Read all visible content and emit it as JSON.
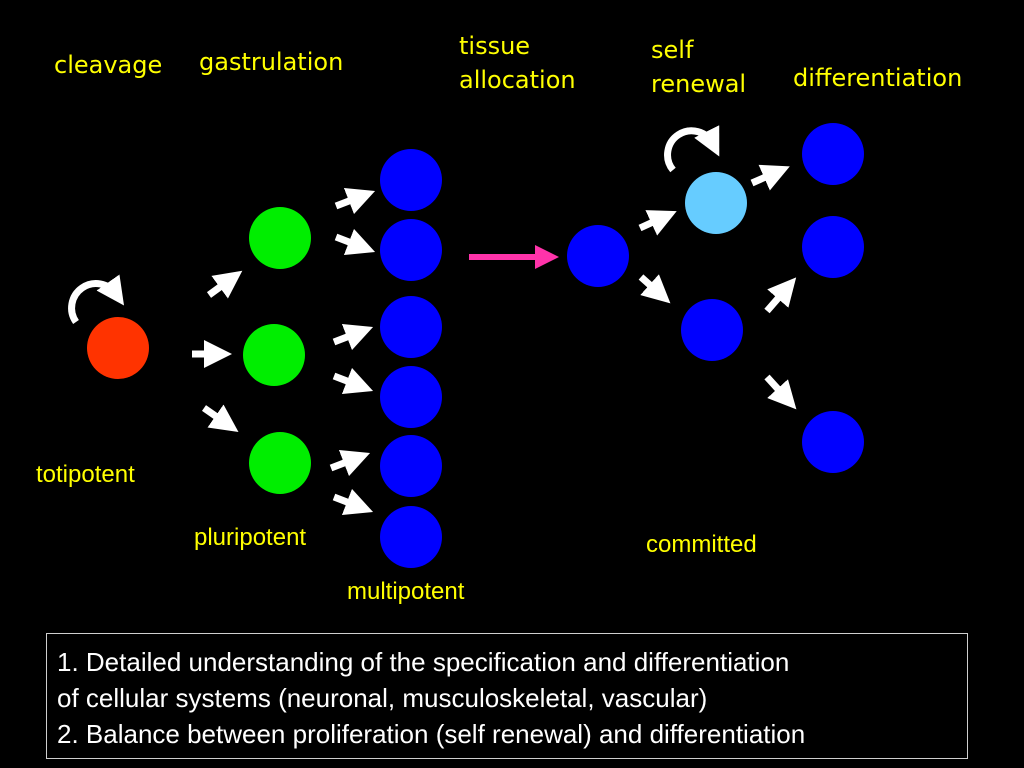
{
  "stages": {
    "cleavage": "cleavage",
    "gastrulation": "gastrulation",
    "tissue_allocation": [
      "tissue",
      "allocation"
    ],
    "self_renewal": [
      "self",
      "renewal"
    ],
    "differentiation": "differentiation"
  },
  "potency": {
    "totipotent": "totipotent",
    "pluripotent": "pluripotent",
    "multipotent": "multipotent",
    "committed": "committed"
  },
  "notes": [
    "1. Detailed understanding of the specification and differentiation",
    "of cellular systems (neuronal, musculoskeletal, vascular)",
    "2. Balance between proliferation (self renewal) and differentiation"
  ],
  "colors": {
    "background": "#000000",
    "label_text": "#ffff00",
    "totipotent_cell": "#ff3300",
    "pluripotent_cell": "#00ee00",
    "multipotent_cell": "#0000ff",
    "self_renewing_cell": "#66ccff",
    "arrow": "#ffffff",
    "allocation_arrow": "#ff33aa"
  }
}
